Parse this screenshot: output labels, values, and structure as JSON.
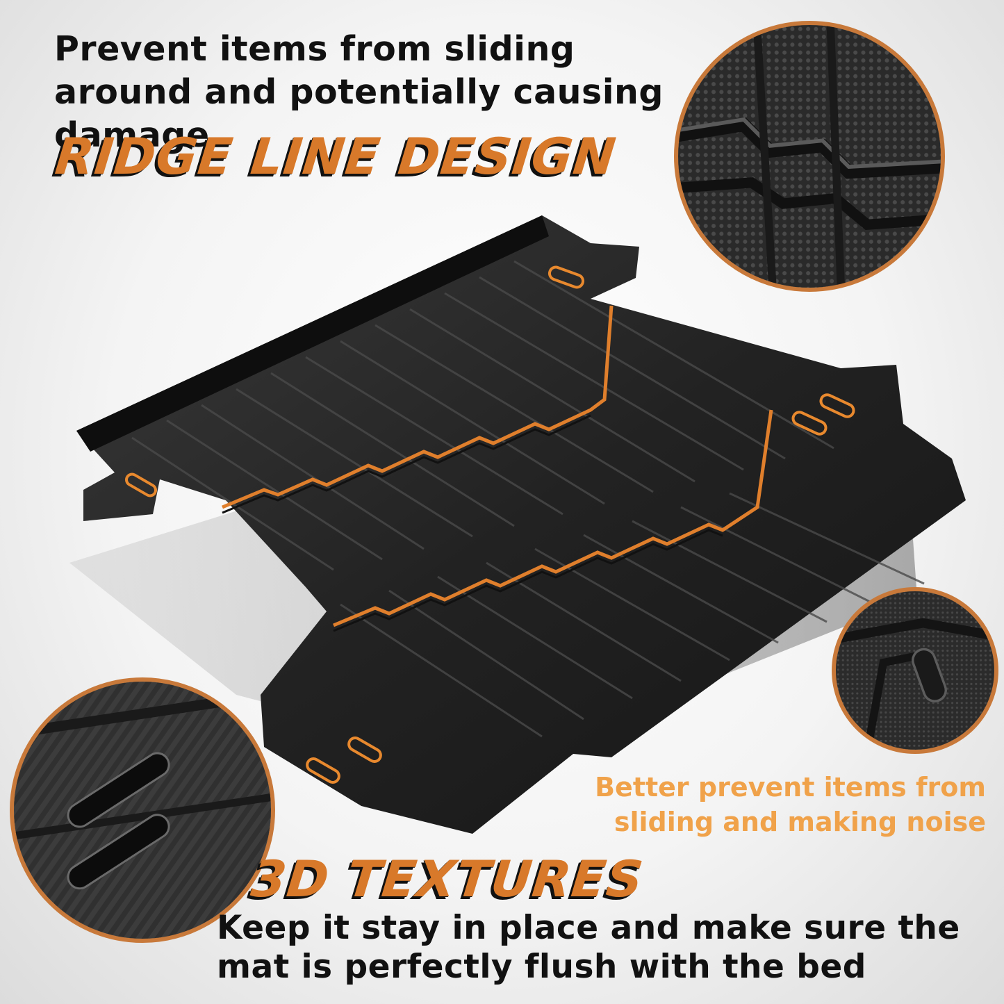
{
  "headline_top": "Prevent items from sliding around and potentially causing damage",
  "ridge_title": "RIDGE LINE DESIGN",
  "texture_title": "3D TEXTURES",
  "side_note": "Better prevent items from sliding and making noise",
  "headline_bottom": "Keep it stay in place and make sure the mat is perfectly flush with the bed",
  "colors": {
    "accent_orange": "#d8792a",
    "note_orange": "#f0a24a",
    "mat_black": "#1c1c1c",
    "circle_border": "#c8793a"
  }
}
